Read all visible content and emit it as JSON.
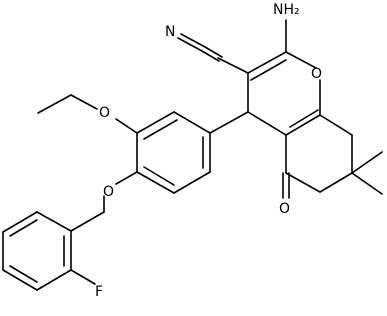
{
  "labels": {
    "nh2": "NH₂",
    "nitrile_n": "N",
    "ring_o": "O",
    "ethoxy_o": "O",
    "benzyloxy_o": "O",
    "ketone_o": "O",
    "fluorine": "F"
  }
}
